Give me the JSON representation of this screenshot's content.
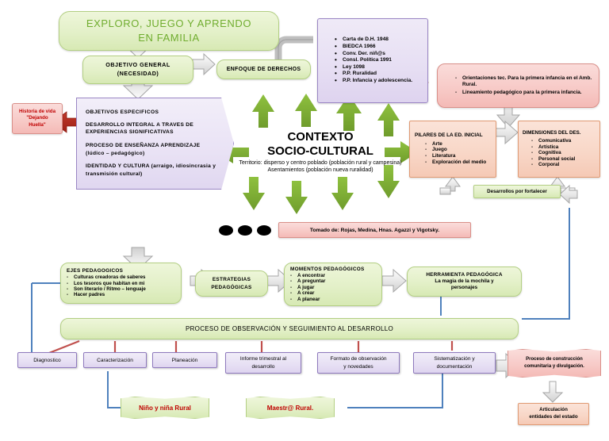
{
  "title_banner": {
    "line1": "EXPLORO, JUEGO Y APRENDO",
    "line2": "EN FAMILIA"
  },
  "objetivo_general": {
    "line1": "OBJETIVO GENERAL",
    "line2": "(NECESIDAD)"
  },
  "enfoque_derechos": {
    "label": "ENFOQUE DE DERECHOS"
  },
  "marco_normativo": {
    "items": [
      "Carta de D.H. 1948",
      "BIEDCA 1966",
      "Conv. Der. niñ@s",
      "Consl. Política 1991",
      "Ley 1098",
      "P.P. Ruralidad",
      "P.P. Infancia y adolescencia."
    ]
  },
  "orientaciones": {
    "items": [
      "Orientaciones tec. Para la primera infancia en el Amb. Rural.",
      "Lineamiento pedagógico para la primera infancia."
    ]
  },
  "historia_vida": {
    "line1": "Historia de vida",
    "line2": "\"Dejando",
    "line3": "Huella\""
  },
  "objetivos_especificos": {
    "title": "OBJETIVOS ESPECIFICOS",
    "items": [
      "DESARROLLO  INTEGRAL A TRAVES DE EXPERIENCIAS SIGNIFICATIVAS",
      "PROCESO  DE ENSEÑANZA APRENDIZAJE (lúdico – pedagógico)",
      "IDENTIDAD Y CULTURA (arraigo, idiosincrasia y transmisión cultural)"
    ]
  },
  "contexto": {
    "heading1": "CONTEXTO",
    "heading2": "SOCIO-CULTURAL",
    "sub1": "Territorio: disperso y centro poblado (población rural y campesina)",
    "sub2": "Asentamientos (población nueva ruralidad)"
  },
  "pilares": {
    "title": "PILARES DE LA ED. INICIAL",
    "items": [
      "Arte",
      "Juego",
      "Literatura",
      "Exploración del medio"
    ]
  },
  "dimensiones": {
    "title": "DIMENSIONES DEL DES.",
    "items": [
      "Comunicativa",
      "Artística",
      "Cognitiva",
      "Personal social",
      "Corporal"
    ]
  },
  "desarrollos": {
    "label": "Desarrollos por fortalecer"
  },
  "tomado_de": {
    "label": "Tomado de: Rojas, Medina, Hnas. Agazzi y Vigotsky."
  },
  "ejes": {
    "title": "EJES PEDAGOGICOS",
    "items": [
      "Culturas creadoras de saberes",
      "Los tesoros que habitan en mi",
      "Son literario / Ritmo – lenguaje",
      "Hacer padres"
    ]
  },
  "estrategias": {
    "line1": "ESTRATEGIAS",
    "line2": "PEDAGÓGICAS"
  },
  "momentos": {
    "title": "MOMENTOS PEDAGÓGICOS",
    "items": [
      "A encontrar",
      "A preguntar",
      "A jugar",
      "A crear",
      "A planear"
    ]
  },
  "herramienta": {
    "title": "HERRAMIENTA PEDAGÓGICA",
    "sub1": "La magia de la mochila y",
    "sub2": "personajes"
  },
  "proceso_observacion": {
    "label": "PROCESO DE OBSERVACIÓN Y SEGUIMIENTO AL DESARROLLO"
  },
  "instrumentos": [
    {
      "label": "Diagnostico"
    },
    {
      "label": "Caracterización"
    },
    {
      "label": "Planeación"
    },
    {
      "line1": "Informe trimestral al",
      "line2": "desarrollo"
    },
    {
      "line1": "Formato de observación",
      "line2": "y novedades"
    },
    {
      "line1": "Sistematización y",
      "line2": "documentación"
    }
  ],
  "construccion_comunitaria": {
    "line1": "Proceso de construcción",
    "line2": "comunitaria y divulgación."
  },
  "nino_rural": {
    "label": "Niño y niña Rural"
  },
  "maestro_rural": {
    "label": "Maestr@ Rural."
  },
  "articulacion": {
    "line1": "Articulación",
    "line2": "entidades del estado"
  },
  "colors": {
    "green_fill": "#e3f0c8",
    "green_stroke": "#b3cf83",
    "purple_fill": "#e6def3",
    "purple_stroke": "#9a86c4",
    "peach_fill": "#f8d6c6",
    "pink_fill": "#f7c9c6",
    "arrow_green": "#76a436",
    "arrow_gray": "#d9d9d9",
    "arrow_red": "#b02418",
    "connector_blue": "#4f81bd",
    "connector_red": "#c0504d",
    "title_text": "#70ad2f",
    "red_text": "#c00000"
  }
}
